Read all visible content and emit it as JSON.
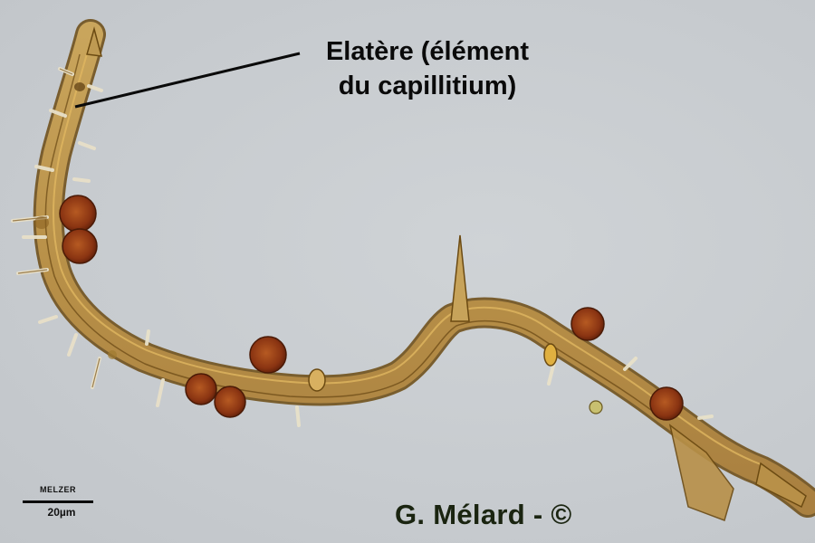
{
  "image": {
    "type": "micrograph",
    "subject": "capillitium elater with attached spores",
    "background_color": "#c8ccd0",
    "specimen_colors": {
      "elater_fill": "#b8954e",
      "elater_edge": "#6b4a12",
      "spore": "#8a2f10"
    }
  },
  "annotation": {
    "label_line1": "Elatère (élément",
    "label_line2": "du capillitium)"
  },
  "scale_bar": {
    "stain": "MELZER",
    "length_label": "20µm"
  },
  "credit": "G. Mélard - ©"
}
